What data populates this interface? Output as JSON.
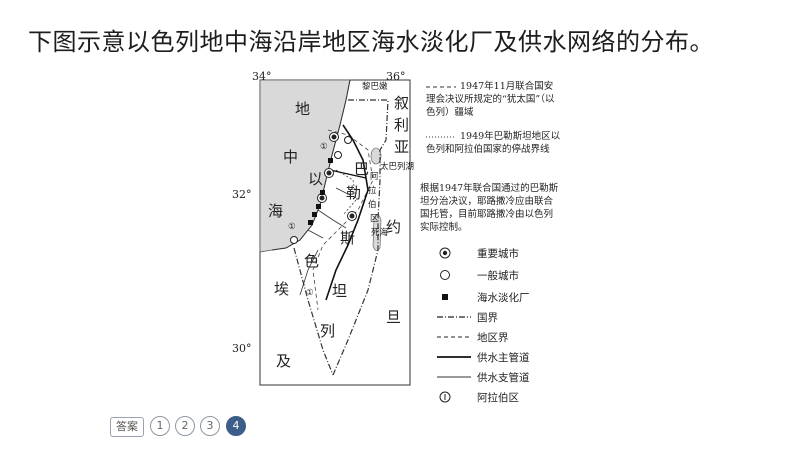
{
  "title": "下图示意以色列地中海沿岸地区海水淡化厂及供水网络的分布。",
  "map": {
    "coords": {
      "lon34": "34°",
      "lon36": "36°",
      "lat32": "32°",
      "lat30": "30°"
    },
    "labels": {
      "sea_1": "地",
      "sea_2": "中",
      "sea_3": "海",
      "syria_1": "叙",
      "syria_2": "利",
      "syria_3": "亚",
      "lebanon": "黎巴嫩",
      "pal_1": "巴",
      "pal_2": "勒",
      "pal_3": "斯",
      "pal_4": "坦",
      "arab_1": "阿",
      "arab_2": "拉",
      "arab_3": "伯",
      "arab_4": "区",
      "israel_1": "以",
      "israel_2": "色",
      "israel_3": "列",
      "jordan_1": "约",
      "jordan_2": "旦",
      "egypt_1": "埃",
      "egypt_2": "及",
      "dead_sea": "死海",
      "galilee": "太巴列湖",
      "arab_area_num": "①"
    }
  },
  "notes": {
    "note1": "1947年11月联合国安理会决议所规定的“犹太国”（以色列）疆域",
    "note2": "1949年巴勒斯坦地区以色列和阿拉伯国家的停战界线",
    "note3": "根据1947年联合国通过的巴勒斯坦分治决议，耶路撒冷应由联合国托管，目前耶路撒冷由以色列实际控制。"
  },
  "legend": [
    {
      "label": "重要城市",
      "icon": "important-city-icon"
    },
    {
      "label": "一般城市",
      "icon": "city-icon"
    },
    {
      "label": "海水淡化厂",
      "icon": "desalination-plant-icon"
    },
    {
      "label": "国界",
      "icon": "national-border-icon"
    },
    {
      "label": "地区界",
      "icon": "regional-border-icon"
    },
    {
      "label": "供水主管道",
      "icon": "main-pipe-icon"
    },
    {
      "label": "供水支管道",
      "icon": "branch-pipe-icon"
    },
    {
      "label": "阿拉伯区",
      "icon": "arab-zone-icon"
    }
  ],
  "answer_bar": {
    "answer_label": "答案",
    "pages": [
      "1",
      "2",
      "3",
      "4"
    ],
    "active_page": "4"
  }
}
